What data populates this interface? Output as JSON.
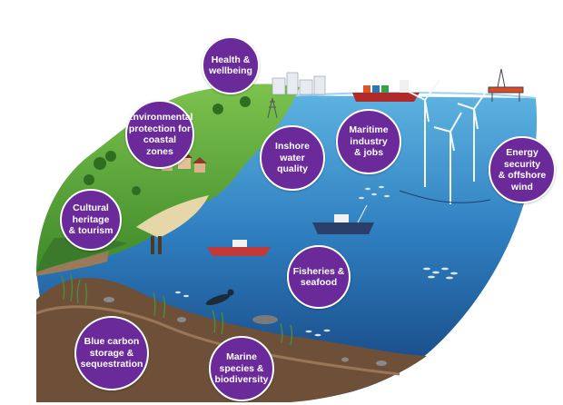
{
  "colors": {
    "bubble_fill": "#6a2a9a",
    "sea_light": "#4fa6d8",
    "sea_deep": "#1b4f8e",
    "land_green": "#5aa83a",
    "seabed": "#7a5a45"
  },
  "bubbles": [
    {
      "key": "health",
      "label": "Health &\nwellbeing"
    },
    {
      "key": "environmental",
      "label": "Environmental\nprotection for\ncoastal\nzones"
    },
    {
      "key": "inshore",
      "label": "Inshore\nwater quality"
    },
    {
      "key": "maritime",
      "label": "Maritime\nindustry\n& jobs"
    },
    {
      "key": "energy",
      "label": "Energy\nsecurity\n& offshore\nwind"
    },
    {
      "key": "cultural",
      "label": "Cultural\nheritage\n& tourism"
    },
    {
      "key": "fisheries",
      "label": "Fisheries &\nseafood"
    },
    {
      "key": "blue_carbon",
      "label": "Blue carbon\nstorage &\nsequestration"
    },
    {
      "key": "marine_species",
      "label": "Marine\nspecies &\nbiodiversity"
    }
  ]
}
